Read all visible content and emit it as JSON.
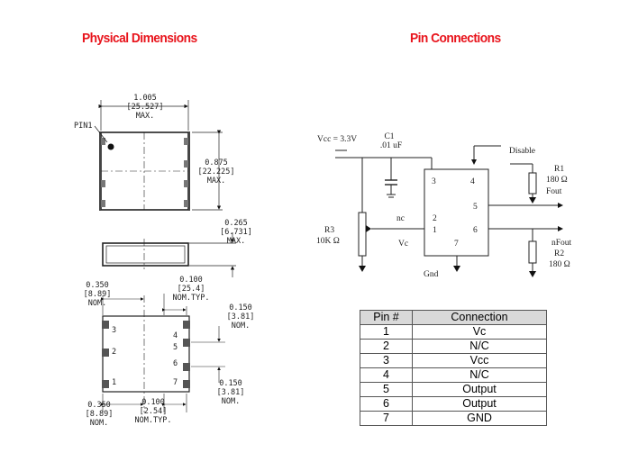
{
  "headings": {
    "physical": "Physical Dimensions",
    "pins": "Pin Connections"
  },
  "dimensions": {
    "width": [
      "1.005",
      "[25.527]",
      "MAX."
    ],
    "height": [
      "0.875",
      "[22.225]",
      "MAX."
    ],
    "thickness": [
      "0.265",
      "[6.731]",
      "MAX."
    ],
    "pin1_label": "PIN1",
    "top_left": [
      "0.350",
      "[8.89]",
      "NOM."
    ],
    "top_mid": [
      "0.100",
      "[25.4]",
      "NOM.TYP."
    ],
    "right_top": [
      "0.150",
      "[3.81]",
      "NOM."
    ],
    "right_bottom": [
      "0.150",
      "[3.81]",
      "NOM."
    ],
    "bottom_left": [
      "0.350",
      "[8.89]",
      "NOM."
    ],
    "bottom_mid": [
      "0.100",
      "[2.54]",
      "NOM.TYP."
    ],
    "pad_numbers": [
      "1",
      "2",
      "3",
      "4",
      "5",
      "6",
      "7"
    ]
  },
  "schematic": {
    "vcc": "Vcc = 3.3V",
    "c1": "C1",
    "c1_value": ".01 uF",
    "disable": "Disable",
    "r1": "R1",
    "r1_value": "180 Ω",
    "fout": "Fout",
    "nc": "nc",
    "vc": "Vc",
    "r3": "R3",
    "r3_value": "10K Ω",
    "gnd": "Gnd",
    "nfout": "nFout",
    "r2": "R2",
    "r2_value": "180 Ω",
    "pins": [
      "1",
      "2",
      "3",
      "4",
      "5",
      "6",
      "7"
    ]
  },
  "table": {
    "headers": [
      "Pin #",
      "Connection"
    ],
    "rows": [
      [
        "1",
        "Vc"
      ],
      [
        "2",
        "N/C"
      ],
      [
        "3",
        "Vcc"
      ],
      [
        "4",
        "N/C"
      ],
      [
        "5",
        "Output"
      ],
      [
        "6",
        "Output"
      ],
      [
        "7",
        "GND"
      ]
    ]
  }
}
